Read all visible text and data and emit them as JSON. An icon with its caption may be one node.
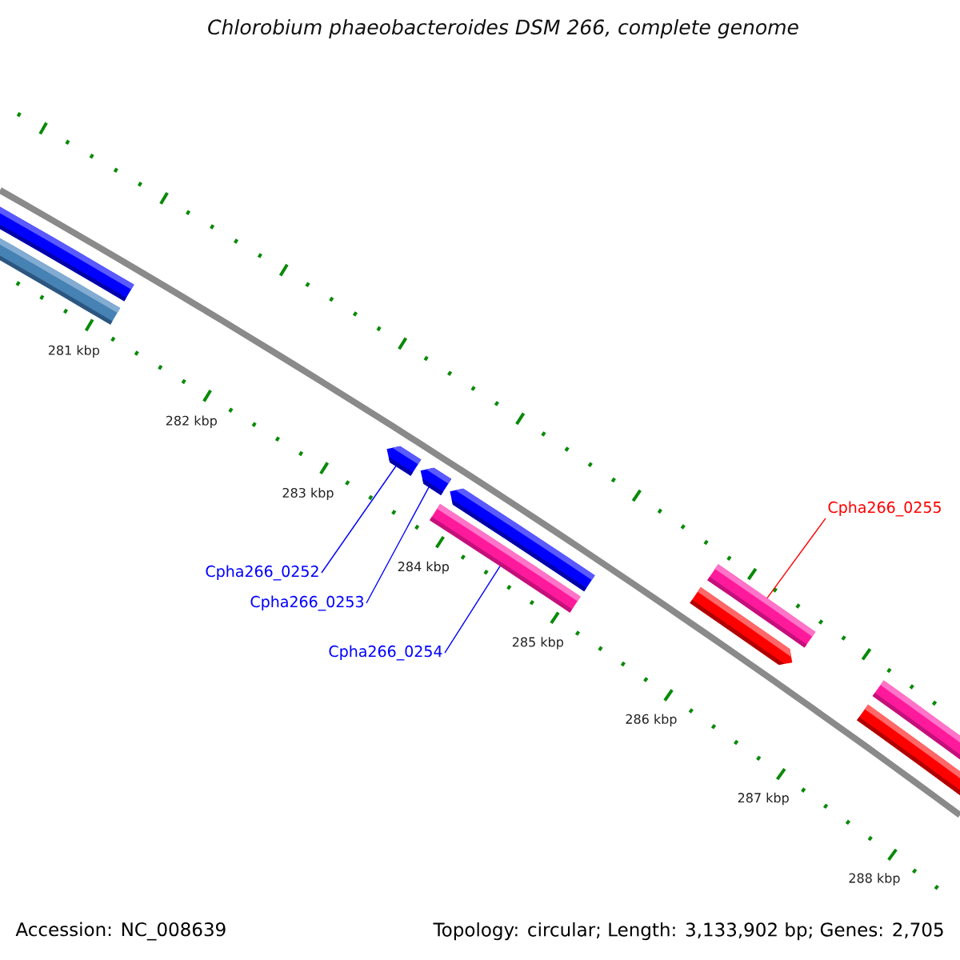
{
  "diagram": {
    "title": "Chlorobium phaeobacteroides DSM 266, complete genome",
    "nodes": [
      {
        "text": [],
        "shape": "bar"
      },
      {
        "text": [],
        "shape": "bar"
      },
      {
        "text": [],
        "shape": "bar"
      },
      {
        "text": [],
        "shape": "bar"
      },
      {
        "text": [],
        "shape": "bar"
      },
      {
        "text": [],
        "shape": "bar"
      },
      {
        "text": [],
        "shape": "bar"
      },
      {
        "text": [],
        "shape": "bar"
      },
      {
        "text": [],
        "shape": "bar"
      },
      {
        "text": [],
        "shape": "bar"
      },
      {
        "text": [
          "Cpha266_0252"
        ]
      },
      {
        "text": [
          "Cpha266_0253"
        ]
      },
      {
        "text": [
          "Cpha266_0254"
        ]
      },
      {
        "text": [
          "Cpha266_0255"
        ]
      }
    ],
    "edges": [
      {
        "from": 10,
        "to": 2,
        "arrow": "none"
      },
      {
        "from": 11,
        "to": 3,
        "arrow": "none"
      },
      {
        "from": 12,
        "to": 5,
        "arrow": "none"
      },
      {
        "from": 13,
        "to": 6,
        "arrow": "none",
        "color": "#ff0000"
      }
    ],
    "labels": [
      "281 kbp",
      "282 kbp",
      "283 kbp",
      "284 kbp",
      "285 kbp",
      "286 kbp",
      "287 kbp",
      "288 kbp",
      "Accession: NC_008639",
      "Topology: circular; Length: 3,133,902 bp; Genes: 2,705"
    ]
  }
}
